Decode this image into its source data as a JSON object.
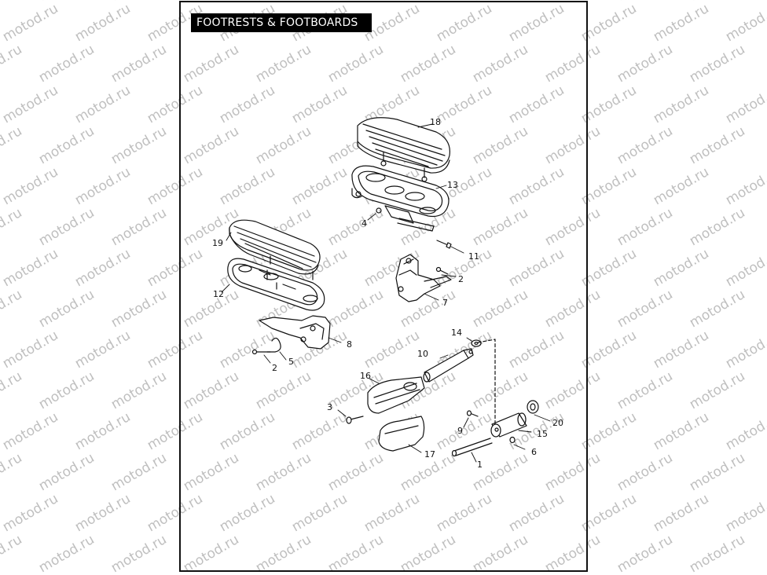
{
  "title": "FOOTRESTS & FOOTBOARDS",
  "watermark_text": "motod.ru",
  "callouts": [
    {
      "label": "18"
    },
    {
      "label": "13"
    },
    {
      "label": "4"
    },
    {
      "label": "11"
    },
    {
      "label": "19"
    },
    {
      "label": "2"
    },
    {
      "label": "12"
    },
    {
      "label": "7"
    },
    {
      "label": "8"
    },
    {
      "label": "5"
    },
    {
      "label": "2"
    },
    {
      "label": "14"
    },
    {
      "label": "10"
    },
    {
      "label": "16"
    },
    {
      "label": "3"
    },
    {
      "label": "9"
    },
    {
      "label": "20"
    },
    {
      "label": "15"
    },
    {
      "label": "17"
    },
    {
      "label": "6"
    },
    {
      "label": "1"
    }
  ],
  "colors": {
    "line": "#111111",
    "title_bg": "#000000",
    "title_fg": "#ffffff",
    "watermark": "#bfbfbf"
  }
}
